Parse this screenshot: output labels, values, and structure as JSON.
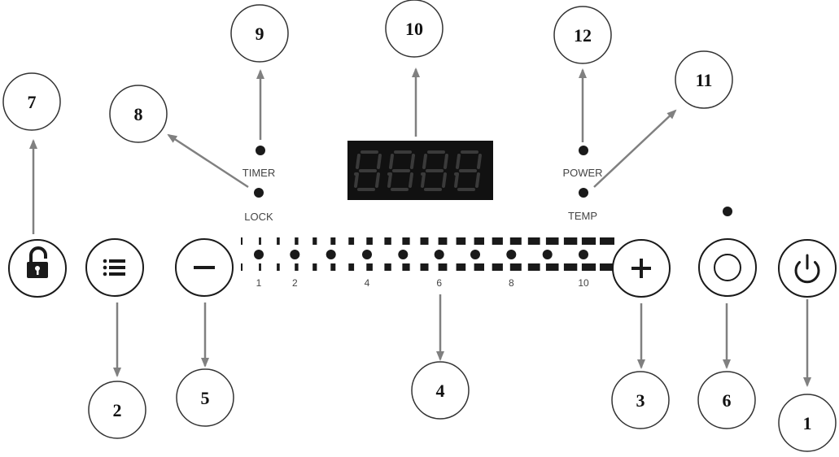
{
  "callouts": {
    "c1": "1",
    "c2": "2",
    "c3": "3",
    "c4": "4",
    "c5": "5",
    "c6": "6",
    "c7": "7",
    "c8": "8",
    "c9": "9",
    "c10": "10",
    "c11": "11",
    "c12": "12"
  },
  "indicators": {
    "timer": "TIMER",
    "lock": "LOCK",
    "power": "POWER",
    "temp": "TEMP"
  },
  "display": {
    "segments": "8888",
    "background": "#111111",
    "digit_color": "#3a3a3a"
  },
  "level_scale": {
    "ticks": [
      "1",
      "2",
      "4",
      "6",
      "8",
      "10"
    ],
    "dot_count": 10
  },
  "buttons": {
    "lock": "lock-icon",
    "menu": "menu-icon",
    "minus": "minus-icon",
    "plus": "plus-icon",
    "circle": "circle-icon",
    "power": "power-icon"
  },
  "colors": {
    "arrow": "#808080",
    "ink": "#1a1a1a"
  }
}
